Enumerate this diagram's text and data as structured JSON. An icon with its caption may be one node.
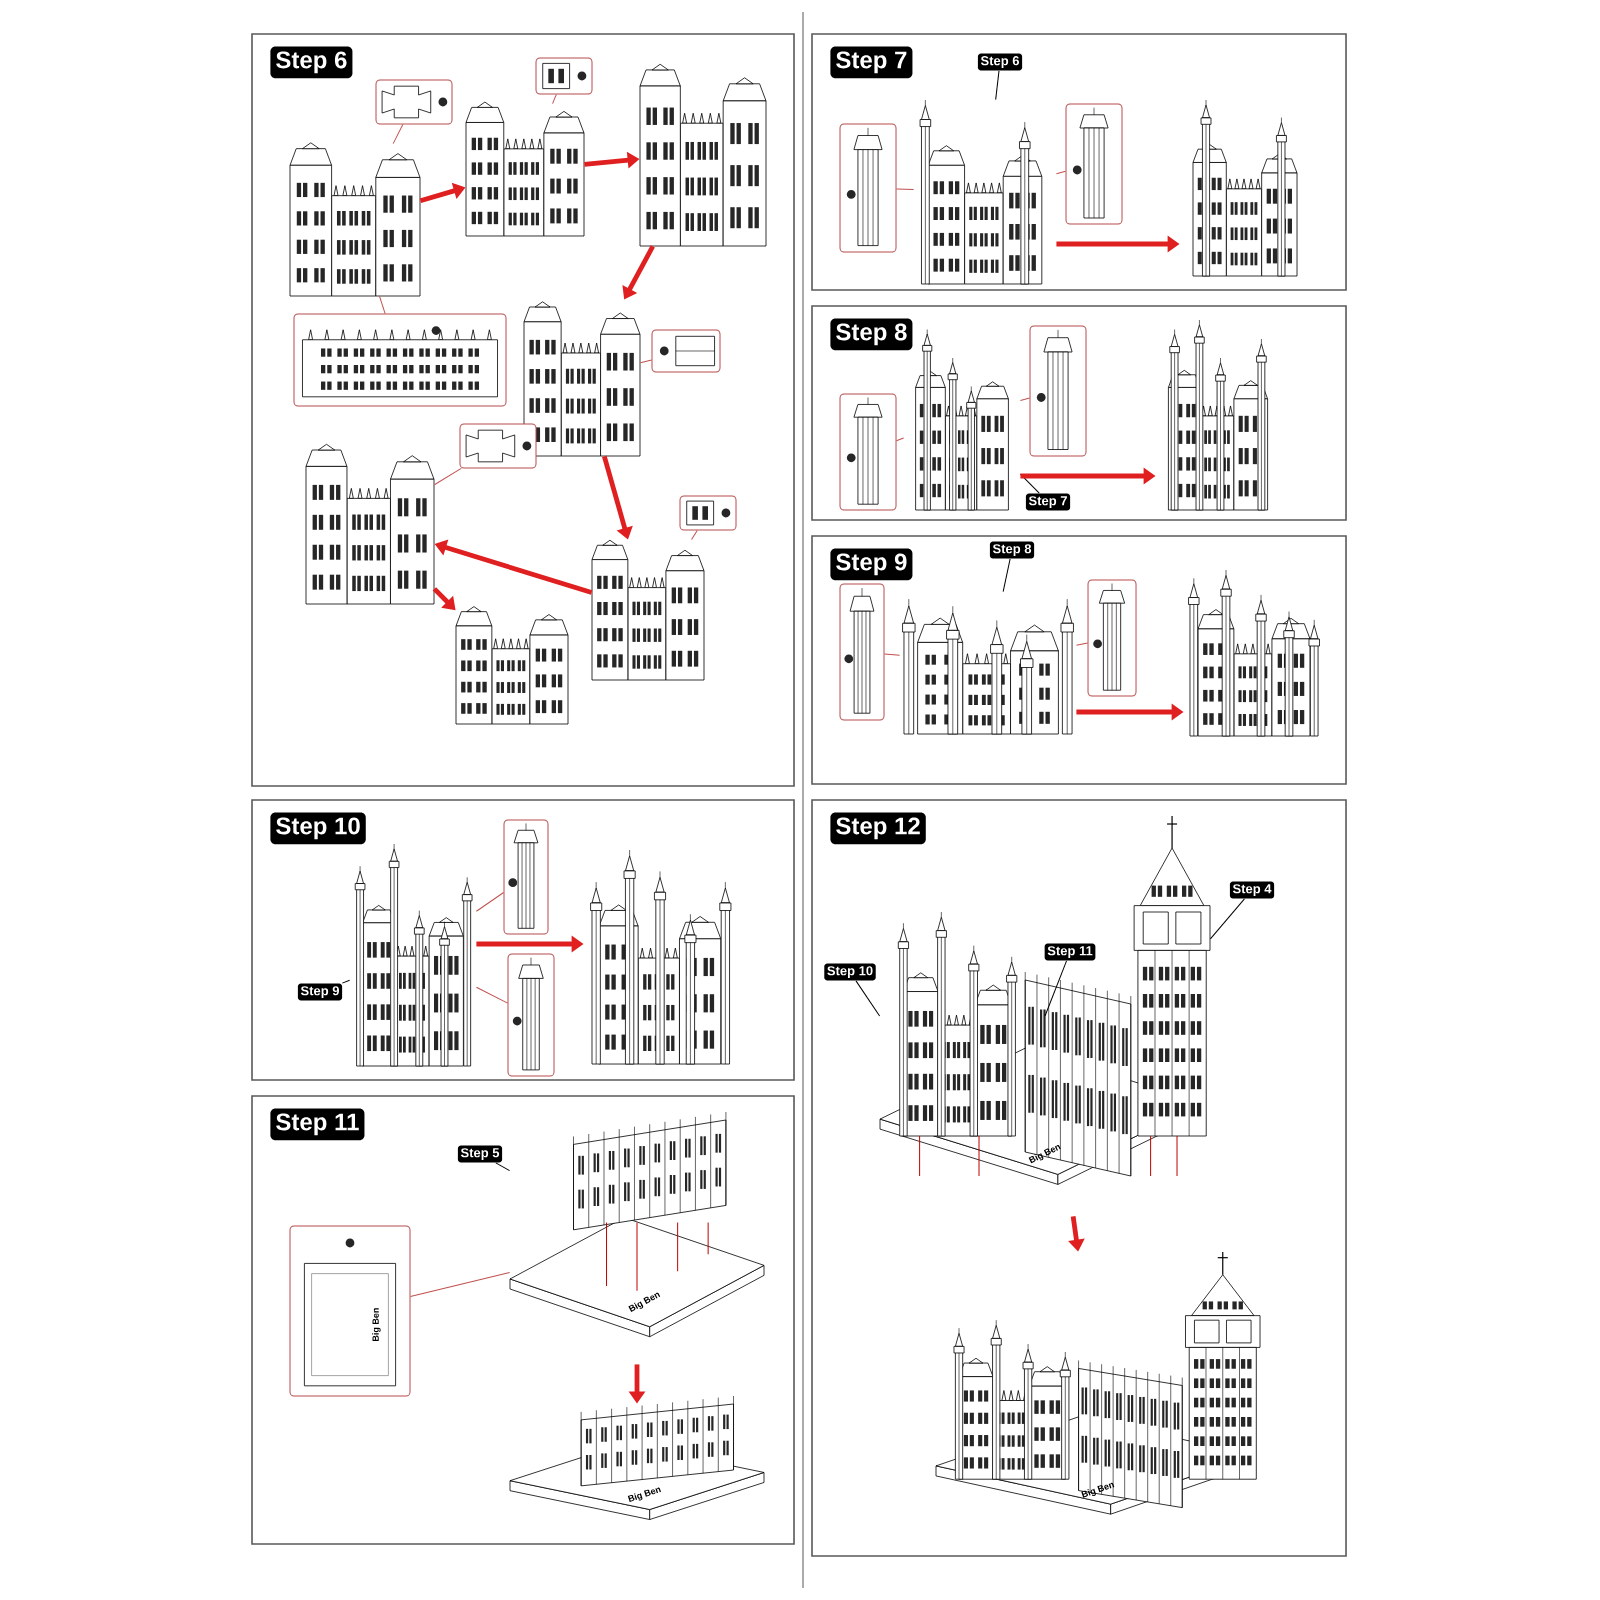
{
  "diagram": {
    "nodes": [
      {
        "text": [
          "Step 6"
        ]
      },
      {
        "text": [],
        "shape": "picture",
        "in": 0
      },
      {
        "text": [],
        "shape": "picture",
        "in": 0
      },
      {
        "text": [],
        "shape": "picture",
        "in": 0
      },
      {
        "text": [],
        "shape": "picture",
        "in": 0
      },
      {
        "text": [],
        "shape": "picture",
        "in": 0
      },
      {
        "text": [],
        "shape": "picture",
        "in": 0
      },
      {
        "text": [],
        "shape": "picture",
        "in": 0
      },
      {
        "text": [],
        "shape": "picture",
        "in": 0
      },
      {
        "text": [],
        "shape": "picture",
        "in": 0
      },
      {
        "text": [],
        "shape": "picture",
        "in": 0
      },
      {
        "text": [],
        "shape": "picture",
        "in": 0
      },
      {
        "text": [],
        "shape": "picture",
        "in": 0
      },
      {
        "text": [],
        "shape": "picture",
        "in": 0
      },
      {
        "text": [
          "Step 7"
        ]
      },
      {
        "text": [],
        "shape": "picture",
        "in": 14
      },
      {
        "text": [],
        "shape": "picture",
        "in": 14
      },
      {
        "text": [
          "Step 6"
        ],
        "in": 14
      },
      {
        "text": [],
        "shape": "picture",
        "in": 14
      },
      {
        "text": [],
        "shape": "picture",
        "in": 14
      },
      {
        "text": [
          "Step 8"
        ]
      },
      {
        "text": [],
        "shape": "picture",
        "in": 20
      },
      {
        "text": [],
        "shape": "picture",
        "in": 20
      },
      {
        "text": [],
        "shape": "picture",
        "in": 20
      },
      {
        "text": [
          "Step 7"
        ],
        "in": 20
      },
      {
        "text": [],
        "shape": "picture",
        "in": 20
      },
      {
        "text": [
          "Step 9"
        ]
      },
      {
        "text": [],
        "shape": "picture",
        "in": 26
      },
      {
        "text": [],
        "shape": "picture",
        "in": 26
      },
      {
        "text": [
          "Step 8"
        ],
        "in": 26
      },
      {
        "text": [],
        "shape": "picture",
        "in": 26
      },
      {
        "text": [],
        "shape": "picture",
        "in": 26
      },
      {
        "text": [
          "Step 10"
        ]
      },
      {
        "text": [],
        "shape": "picture",
        "in": 32
      },
      {
        "text": [],
        "shape": "picture",
        "in": 32
      },
      {
        "text": [
          "Step 9"
        ],
        "in": 32
      },
      {
        "text": [],
        "shape": "picture",
        "in": 32
      },
      {
        "text": [],
        "shape": "picture",
        "in": 32
      },
      {
        "text": [
          "Step 11"
        ]
      },
      {
        "text": [
          "Step 5"
        ],
        "in": 38
      },
      {
        "text": [],
        "shape": "picture",
        "in": 38
      },
      {
        "text": [],
        "shape": "picture",
        "in": 38
      },
      {
        "text": [],
        "shape": "picture",
        "in": 38
      },
      {
        "text": [
          "Step 12"
        ]
      },
      {
        "text": [
          "Step 4"
        ],
        "in": 43
      },
      {
        "text": [
          "Step 10"
        ],
        "in": 43
      },
      {
        "text": [
          "Step 11"
        ],
        "in": 47
      },
      {
        "text": [],
        "shape": "picture",
        "in": 43
      },
      {
        "text": [],
        "shape": "picture",
        "in": 43
      }
    ],
    "edges": [
      {
        "from": 1,
        "to": 3,
        "arrow": "to",
        "style": "thick",
        "color": "#e02020"
      },
      {
        "from": 3,
        "to": 5,
        "arrow": "to",
        "style": "thick",
        "color": "#e02020"
      },
      {
        "from": 5,
        "to": 7,
        "arrow": "to",
        "style": "thick",
        "color": "#e02020"
      },
      {
        "from": 7,
        "to": 12,
        "arrow": "to",
        "style": "thick",
        "color": "#e02020"
      },
      {
        "from": 12,
        "to": 10,
        "arrow": "to",
        "style": "thick",
        "color": "#e02020"
      },
      {
        "from": 10,
        "to": 13,
        "arrow": "to",
        "style": "thick",
        "color": "#e02020"
      },
      {
        "from": 2,
        "to": 1,
        "arrow": "none"
      },
      {
        "from": 4,
        "to": 3,
        "arrow": "none"
      },
      {
        "from": 6,
        "to": 1,
        "arrow": "none"
      },
      {
        "from": 8,
        "to": 7,
        "arrow": "none"
      },
      {
        "from": 9,
        "to": 10,
        "arrow": "none"
      },
      {
        "from": 11,
        "to": 12,
        "arrow": "none"
      },
      {
        "from": 15,
        "to": 16,
        "arrow": "none"
      },
      {
        "from": 17,
        "to": 16,
        "arrow": "none",
        "color": "#000000"
      },
      {
        "from": 18,
        "to": 16,
        "arrow": "none"
      },
      {
        "from": 16,
        "to": 19,
        "arrow": "to",
        "style": "thick",
        "color": "#e02020"
      },
      {
        "from": 21,
        "to": 22,
        "arrow": "none"
      },
      {
        "from": 23,
        "to": 22,
        "arrow": "none"
      },
      {
        "from": 24,
        "to": 22,
        "arrow": "none",
        "color": "#000000"
      },
      {
        "from": 22,
        "to": 25,
        "arrow": "to",
        "style": "thick",
        "color": "#e02020"
      },
      {
        "from": 27,
        "to": 28,
        "arrow": "none"
      },
      {
        "from": 29,
        "to": 28,
        "arrow": "none",
        "color": "#000000"
      },
      {
        "from": 30,
        "to": 28,
        "arrow": "none"
      },
      {
        "from": 28,
        "to": 31,
        "arrow": "to",
        "style": "thick",
        "color": "#e02020"
      },
      {
        "from": 34,
        "to": 33,
        "arrow": "none"
      },
      {
        "from": 35,
        "to": 33,
        "arrow": "none",
        "color": "#000000"
      },
      {
        "from": 36,
        "to": 33,
        "arrow": "none"
      },
      {
        "from": 33,
        "to": 37,
        "arrow": "to",
        "style": "thick",
        "color": "#e02020"
      },
      {
        "from": 39,
        "to": 41,
        "arrow": "none",
        "color": "#000000"
      },
      {
        "from": 40,
        "to": 41,
        "arrow": "none"
      },
      {
        "from": 41,
        "to": 42,
        "arrow": "to",
        "style": "thick",
        "color": "#e02020"
      },
      {
        "from": 44,
        "to": 47,
        "arrow": "none",
        "color": "#000000"
      },
      {
        "from": 45,
        "to": 47,
        "arrow": "none",
        "color": "#000000"
      },
      {
        "from": 46,
        "to": 47,
        "arrow": "none",
        "color": "#000000"
      },
      {
        "from": 47,
        "to": 48,
        "arrow": "to",
        "style": "thick",
        "color": "#e02020"
      }
    ],
    "labels": [
      "Big Ben",
      "Big Ben",
      "Big Ben",
      "Big Ben",
      "Big Ben"
    ]
  }
}
